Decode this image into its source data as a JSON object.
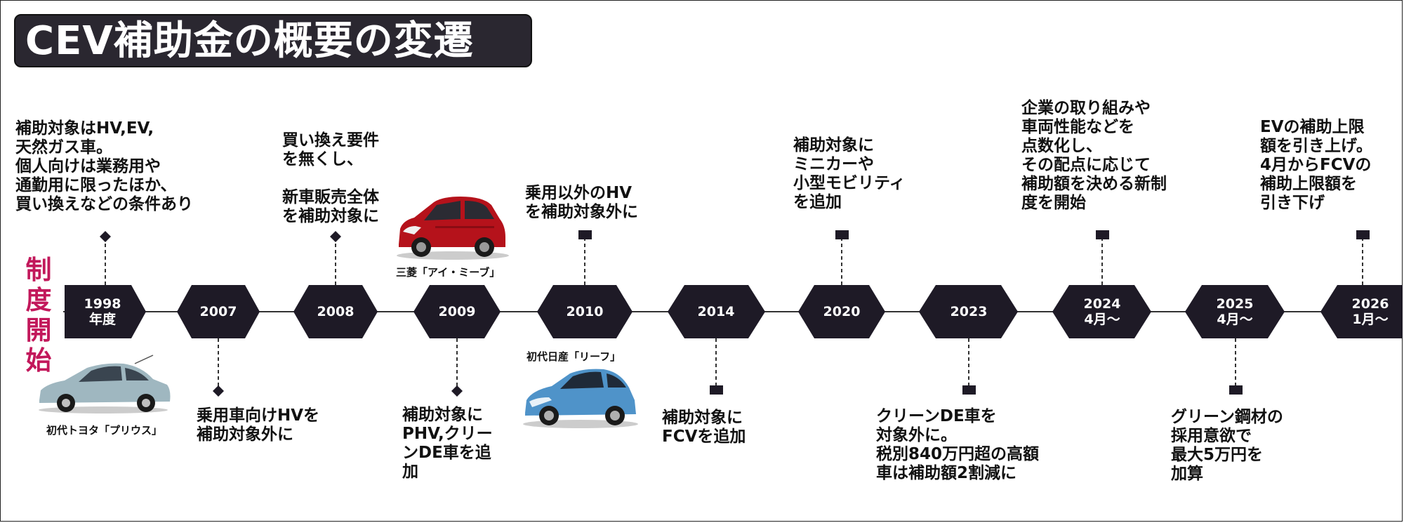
{
  "title": "CEV補助金の概要の変遷",
  "side_label": "制度開始",
  "colors": {
    "title_bg": "#2a2730",
    "hexagon": "#1e1a26",
    "accent_magenta": "#c2185b",
    "line": "#333333"
  },
  "milestones": [
    {
      "label": "1998\n年度"
    },
    {
      "label": "2007"
    },
    {
      "label": "2008"
    },
    {
      "label": "2009"
    },
    {
      "label": "2010"
    },
    {
      "label": "2014"
    },
    {
      "label": "2020"
    },
    {
      "label": "2023"
    },
    {
      "label": "2024\n4月～"
    },
    {
      "label": "2025\n4月～"
    },
    {
      "label": "2026\n1月～"
    }
  ],
  "notes_top": [
    {
      "text": "補助対象はHV,EV,\n天然ガス車。\n個人向けは業務用や\n通勤用に限ったほか、\n買い換えなどの条件あり"
    },
    {
      "text": "買い換え要件\nを無くし、\n\n新車販売全体\nを補助対象に"
    },
    {
      "text": "乗用以外のHV\nを補助対象外に"
    },
    {
      "text": "補助対象に\nミニカーや\n小型モビリティ\nを追加"
    },
    {
      "text": "企業の取り組みや\n車両性能などを\n点数化し、\nその配点に応じて\n補助額を決める新制\n度を開始"
    },
    {
      "text": "EVの補助上限\n額を引き上げ。\n4月からFCVの\n補助上限額を\n引き下げ"
    }
  ],
  "notes_bottom": [
    {
      "text": "乗用車向けHVを\n補助対象外に"
    },
    {
      "text": "補助対象に\nPHV,クリー\nンDE車を追\n加"
    },
    {
      "text": "補助対象に\nFCVを追加"
    },
    {
      "text": "クリーンDE車を\n対象外に。\n税別840万円超の高額\n車は補助額2割減に"
    },
    {
      "text": "グリーン鋼材の\n採用意欲で\n最大5万円を\n加算"
    }
  ],
  "captions": {
    "mitsubishi": "三菱「アイ・ミーブ」",
    "nissan": "初代日産「リーフ」",
    "toyota": "初代トヨタ「プリウス」"
  },
  "icons": {
    "car_red": "red-kei-car-icon",
    "car_blue": "blue-hatchback-icon",
    "car_silver": "silver-sedan-icon"
  }
}
